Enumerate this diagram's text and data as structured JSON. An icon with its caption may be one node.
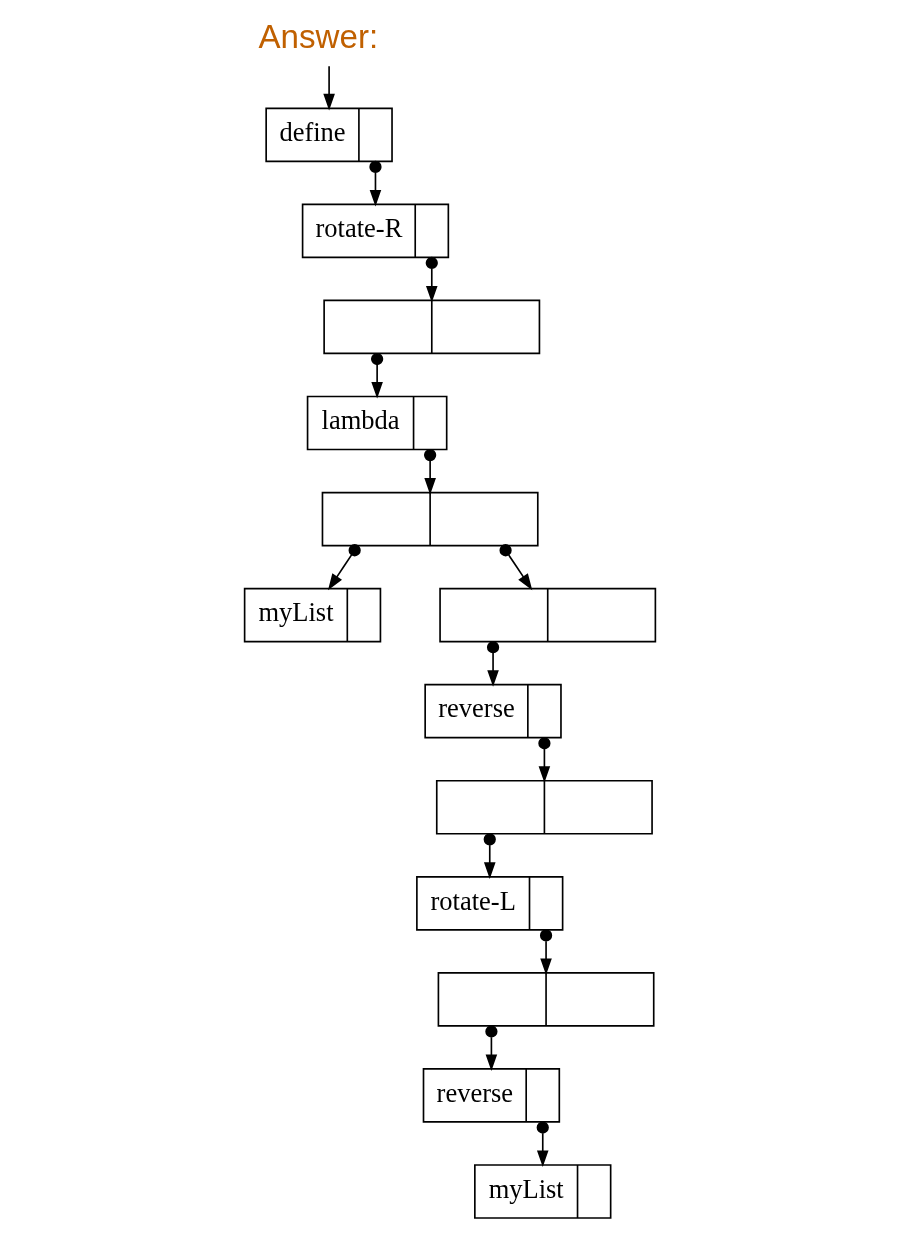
{
  "diagram": {
    "title": "Answer:",
    "nodes": [
      {
        "text": [
          "define"
        ]
      },
      {
        "text": [
          "rotate-R"
        ]
      },
      {
        "text": [],
        "shape": "box"
      },
      {
        "text": [
          "lambda"
        ]
      },
      {
        "text": [],
        "shape": "box"
      },
      {
        "text": [
          "myList"
        ]
      },
      {
        "text": [],
        "shape": "box"
      },
      {
        "text": [
          "reverse"
        ]
      },
      {
        "text": [],
        "shape": "box"
      },
      {
        "text": [
          "rotate-L"
        ]
      },
      {
        "text": [],
        "shape": "box"
      },
      {
        "text": [
          "reverse"
        ]
      },
      {
        "text": [
          "myList"
        ]
      }
    ],
    "edges": [
      {
        "from": null,
        "to": 0,
        "arrow": "to"
      },
      {
        "from": 0,
        "to": 1,
        "arrow": "to"
      },
      {
        "from": 1,
        "to": 2,
        "arrow": "to"
      },
      {
        "from": 2,
        "to": 3,
        "arrow": "to"
      },
      {
        "from": 3,
        "to": 4,
        "arrow": "to"
      },
      {
        "from": 4,
        "to": 5,
        "arrow": "to"
      },
      {
        "from": 4,
        "to": 6,
        "arrow": "to"
      },
      {
        "from": 6,
        "to": 7,
        "arrow": "to"
      },
      {
        "from": 7,
        "to": 8,
        "arrow": "to"
      },
      {
        "from": 8,
        "to": 9,
        "arrow": "to"
      },
      {
        "from": 9,
        "to": 10,
        "arrow": "to"
      },
      {
        "from": 10,
        "to": 11,
        "arrow": "to"
      },
      {
        "from": 11,
        "to": 12,
        "arrow": "to"
      }
    ]
  }
}
